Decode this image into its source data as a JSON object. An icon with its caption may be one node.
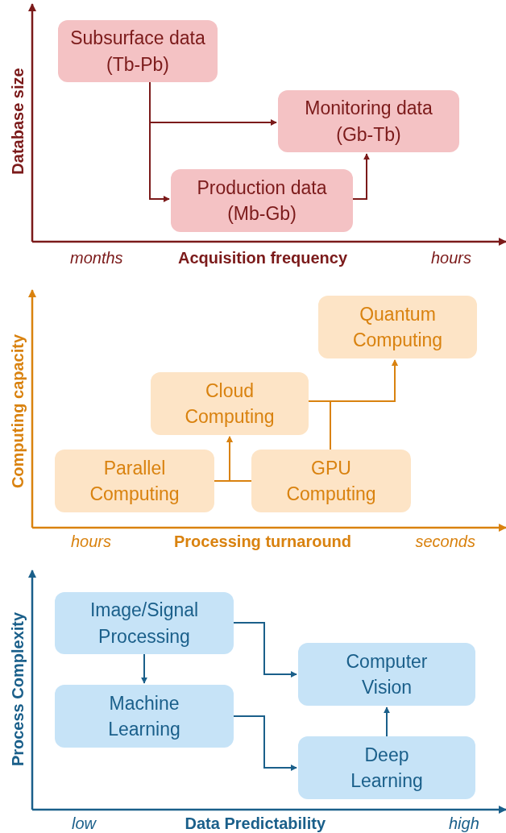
{
  "diagram": {
    "nodes": [
      {
        "text": [
          "Subsurface data (Tb-Pb)"
        ]
      },
      {
        "text": [
          "Monitoring data (Gb-Tb)"
        ]
      },
      {
        "text": [
          "Production data (Mb-Gb)"
        ]
      },
      {
        "text": [
          "Quantum Computing"
        ]
      },
      {
        "text": [
          "Cloud Computing"
        ]
      },
      {
        "text": [
          "Parallel Computing"
        ]
      },
      {
        "text": [
          "GPU Computing"
        ]
      },
      {
        "text": [
          "Image/Signal Processing"
        ]
      },
      {
        "text": [
          "Computer Vision"
        ]
      },
      {
        "text": [
          "Machine Learning"
        ]
      },
      {
        "text": [
          "Deep Learning"
        ]
      }
    ],
    "edges": [
      {
        "from": 0,
        "to": 1,
        "arrow": "to",
        "color": "#7b1a1a"
      },
      {
        "from": 0,
        "to": 2,
        "arrow": "to",
        "color": "#7b1a1a"
      },
      {
        "from": 2,
        "to": 1,
        "arrow": "to",
        "color": "#7b1a1a"
      },
      {
        "from": 5,
        "to": 4,
        "arrow": "to",
        "color": "#d9820f"
      },
      {
        "from": 6,
        "to": 4,
        "arrow": "to",
        "color": "#d9820f"
      },
      {
        "from": 4,
        "to": 3,
        "arrow": "to",
        "color": "#d9820f"
      },
      {
        "from": 6,
        "to": 3,
        "arrow": "to",
        "color": "#d9820f"
      },
      {
        "from": 7,
        "to": 9,
        "arrow": "to",
        "color": "#1a5f8a"
      },
      {
        "from": 7,
        "to": 8,
        "arrow": "to",
        "color": "#1a5f8a"
      },
      {
        "from": 9,
        "to": 10,
        "arrow": "to",
        "color": "#1a5f8a"
      },
      {
        "from": 10,
        "to": 8,
        "arrow": "to",
        "color": "#1a5f8a"
      }
    ],
    "labels": [
      "Database size",
      "months",
      "Acquisition frequency",
      "hours",
      "Computing capacity",
      "hours",
      "Processing turnaround",
      "seconds",
      "Process Complexity",
      "low",
      "Data Predictability",
      "high"
    ]
  }
}
